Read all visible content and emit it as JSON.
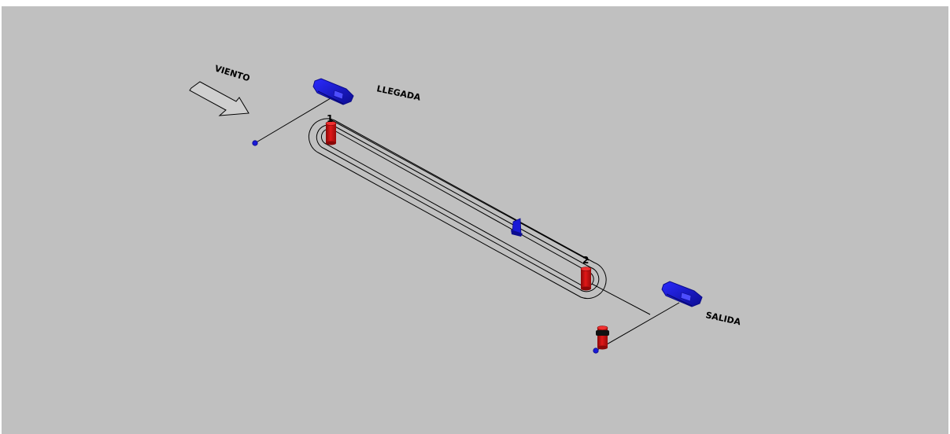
{
  "labels": {
    "wind": "VIENTO",
    "arrival": "LLEGADA",
    "departure": "SALIDA",
    "mark1": "1",
    "mark2": "2"
  },
  "colors": {
    "background": "#c0c0c0",
    "border": "#ffffff",
    "boat": "#1a1ad6",
    "boat_dark": "#0b0b8a",
    "buoy": "#d41414",
    "buoy_dark": "#7a0606",
    "line": "#000000"
  },
  "icons": {
    "wind": "arrow-right-outline-icon",
    "boat": "boat-icon",
    "buoy": "red-cylinder-buoy-icon",
    "pin": "blue-dot-icon"
  }
}
